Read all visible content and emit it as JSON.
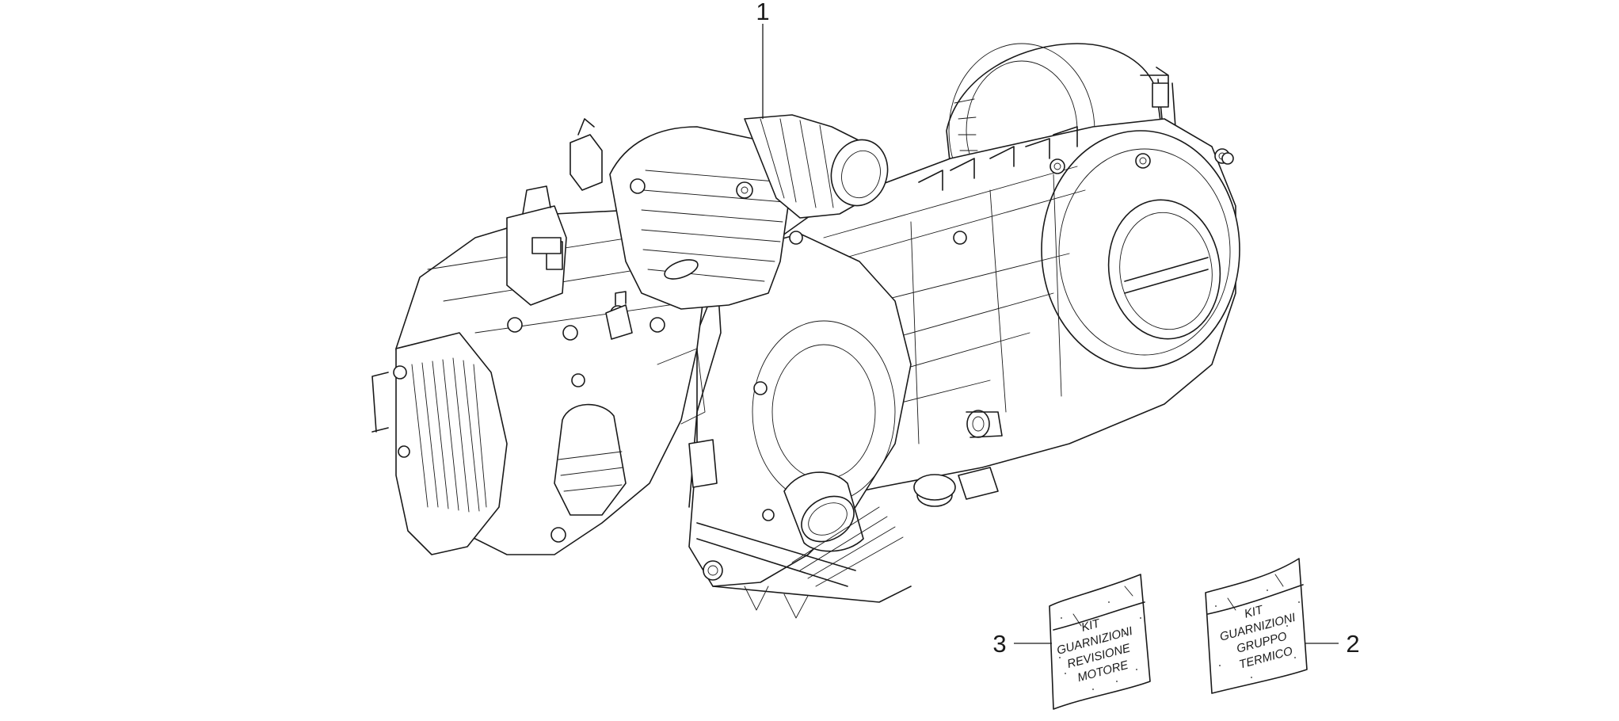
{
  "callouts": [
    {
      "number": "1"
    },
    {
      "number": "2"
    },
    {
      "number": "3"
    }
  ],
  "kits": {
    "termico": [
      "KIT",
      "GUARNIZIONI",
      "GRUPPO",
      "TERMICO"
    ],
    "motore": [
      "KIT",
      "GUARNIZIONI",
      "REVISIONE",
      "MOTORE"
    ]
  }
}
